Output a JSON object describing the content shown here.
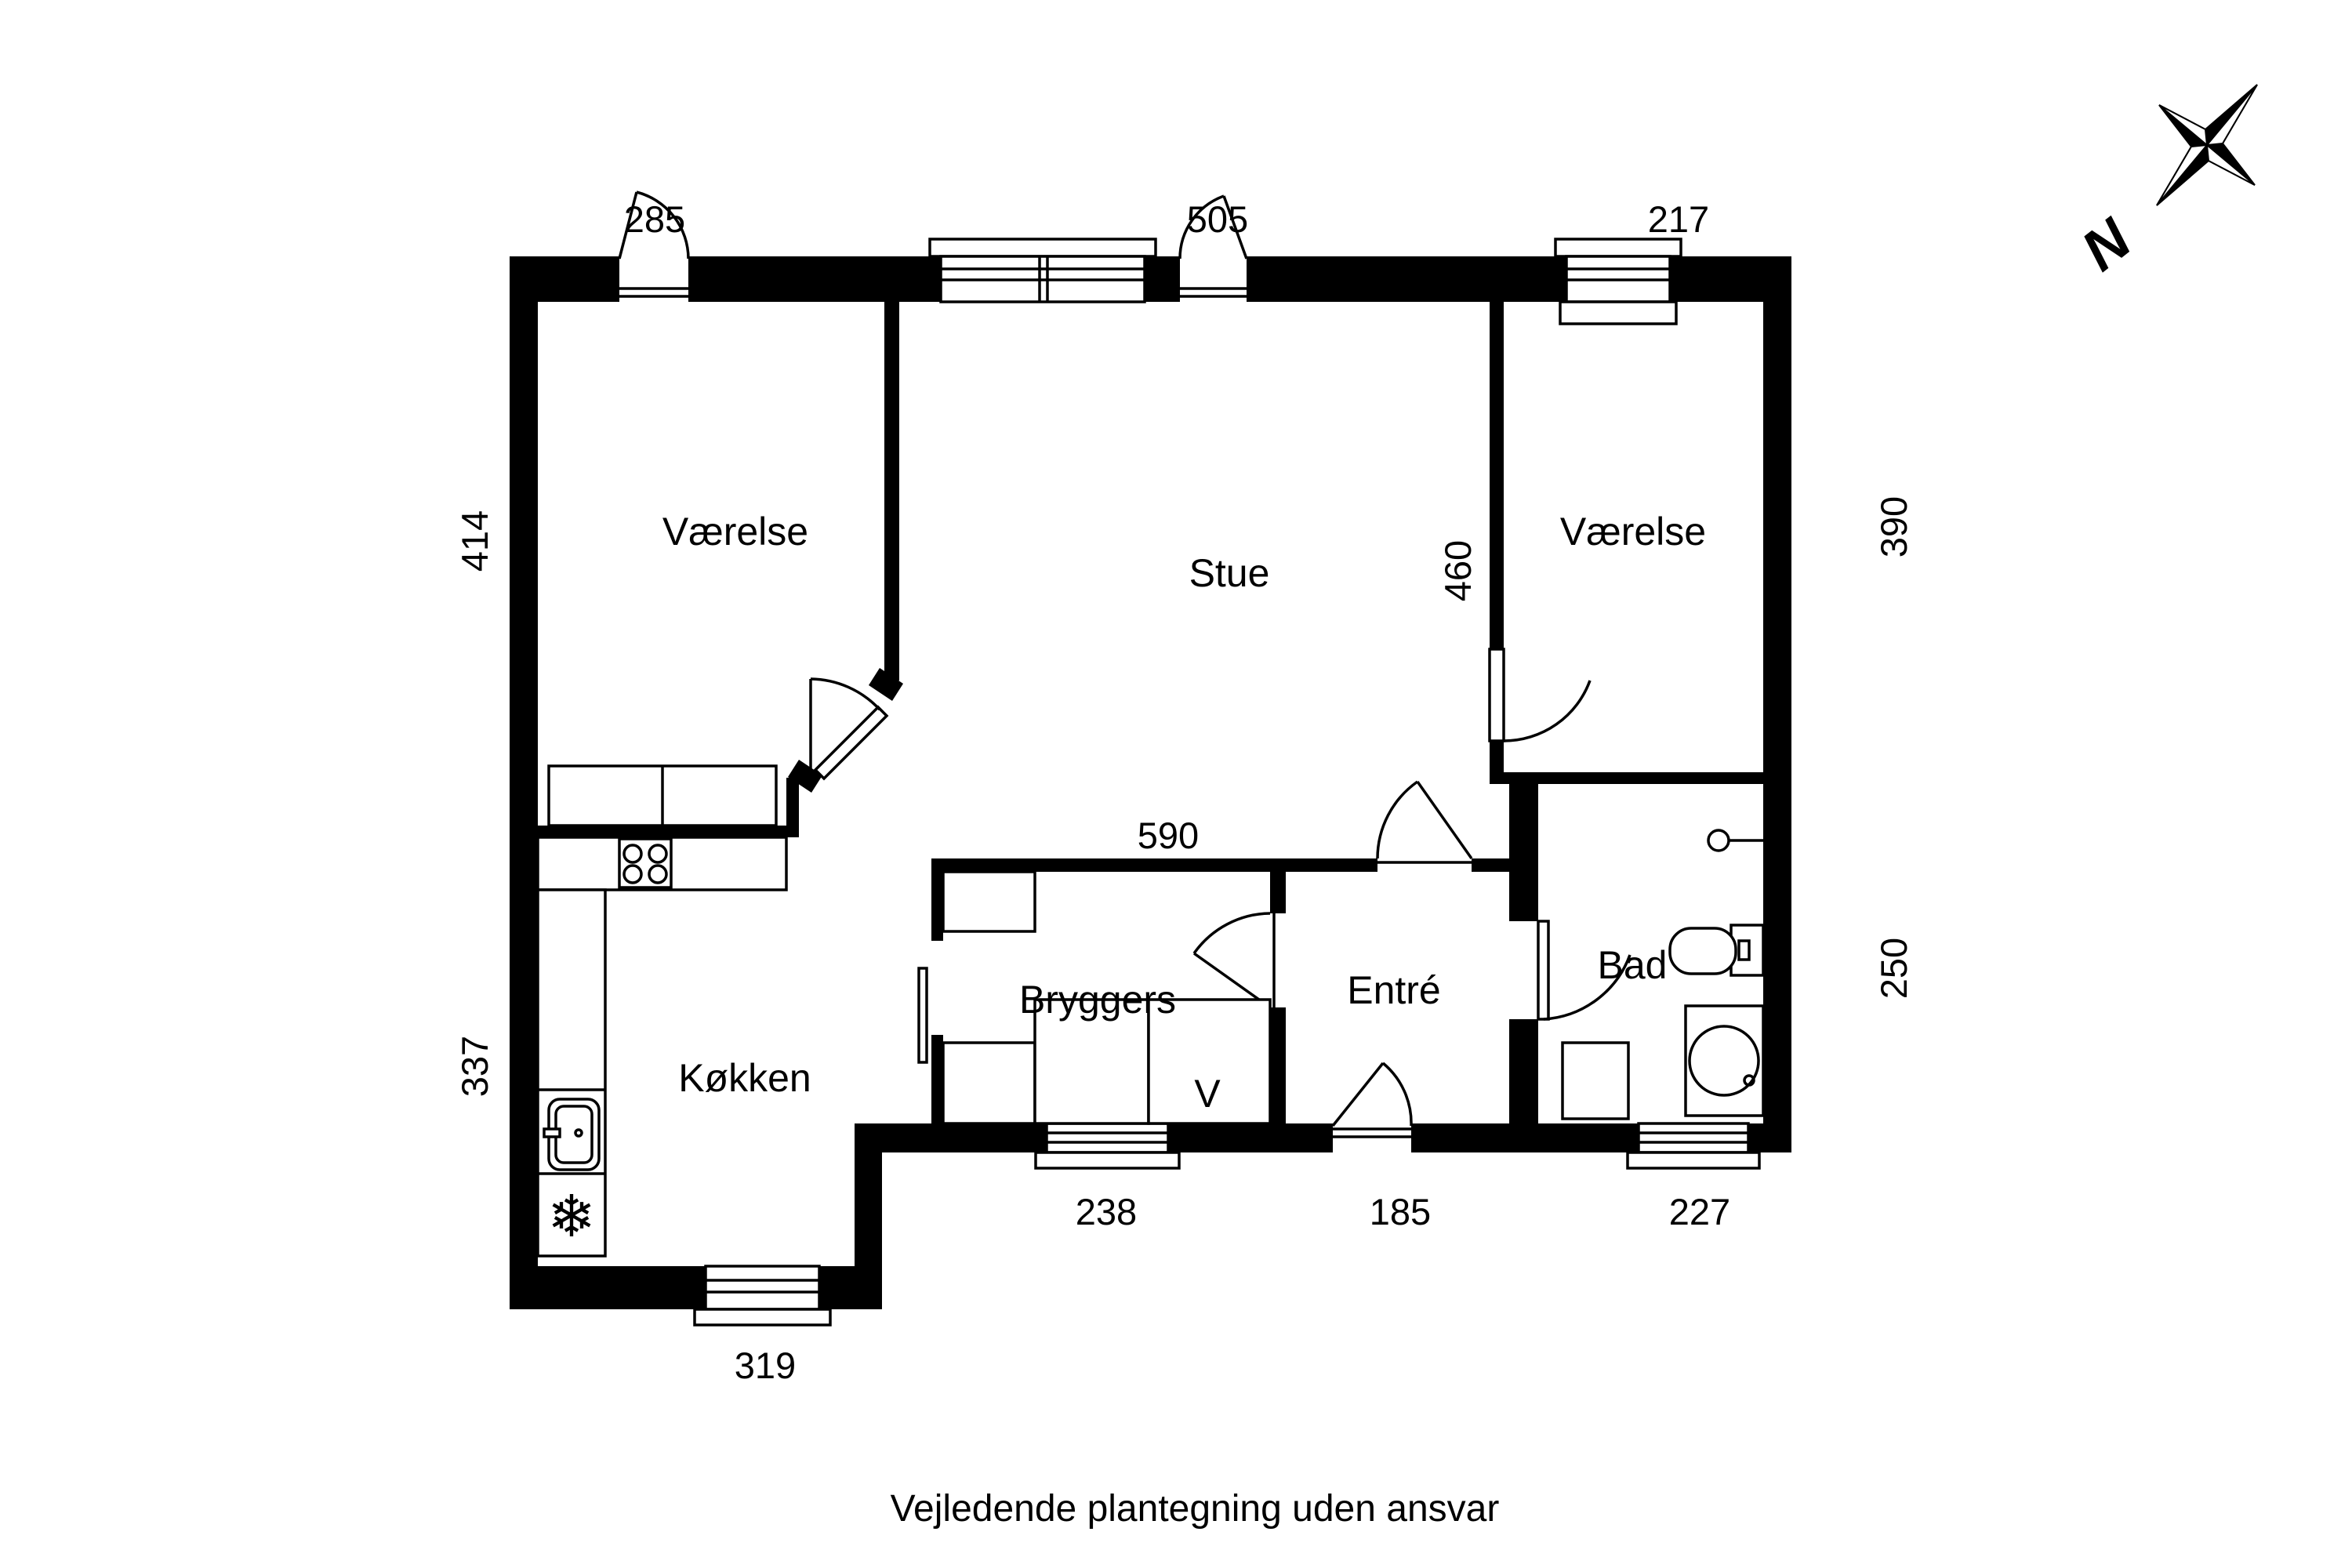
{
  "caption": "Vejledende plantegning uden ansvar",
  "compass": {
    "north": "N"
  },
  "rooms": {
    "vaerelse_left": "Værelse",
    "stue": "Stue",
    "vaerelse_right": "Værelse",
    "koekken": "Køkken",
    "bryggers": "Bryggers",
    "entre": "Entré",
    "bad": "Bad",
    "closet": "V"
  },
  "dimensions_cm": {
    "top_vaerelse_left": "285",
    "top_stue": "505",
    "top_vaerelse_right": "217",
    "left_vaerelse": "414",
    "left_koekken": "337",
    "right_vaerelse": "390",
    "right_bad": "250",
    "inner_stue_height": "460",
    "inner_stue_wall": "590",
    "bottom_bryggers": "238",
    "bottom_entre": "185",
    "bottom_bad": "227",
    "bottom_koekken": "319"
  },
  "icons": {
    "freezer_glyph": "❄"
  },
  "colors": {
    "wall": "#000000",
    "background": "#ffffff"
  }
}
